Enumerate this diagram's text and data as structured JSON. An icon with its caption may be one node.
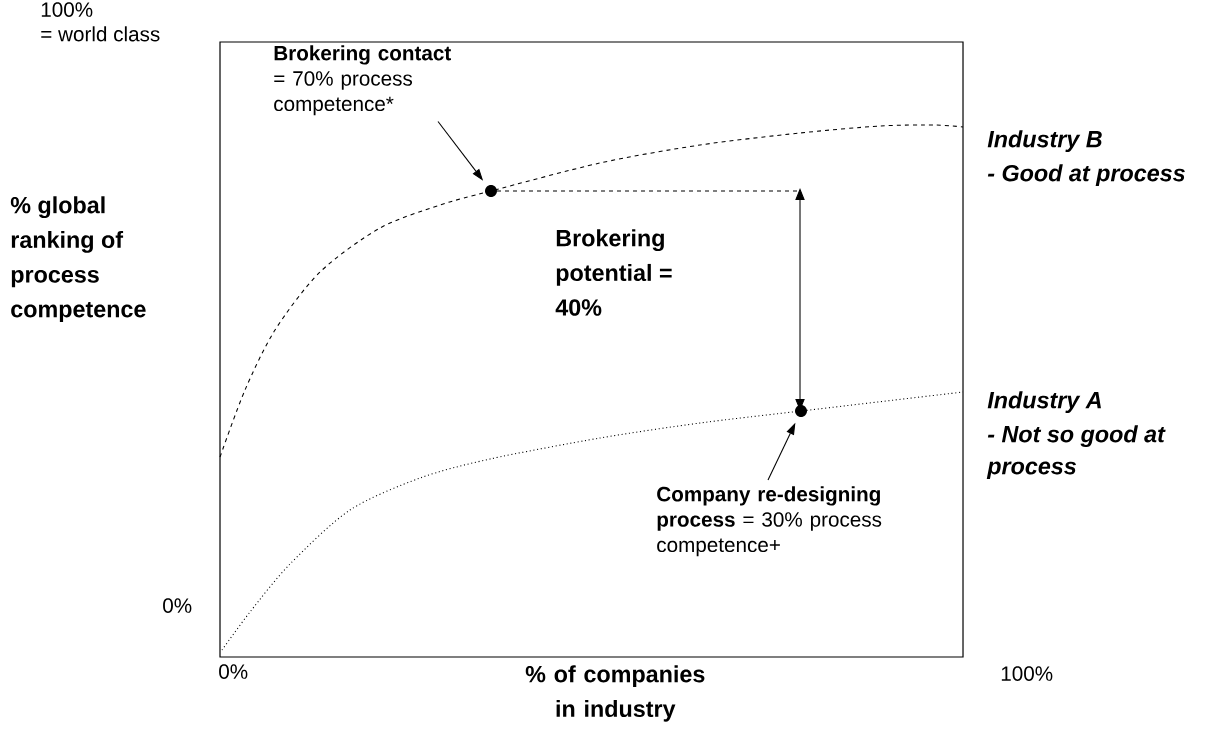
{
  "diagram": {
    "nodes": [
      {
        "text": [
          "**Brokering contact** = 70% process competence*"
        ]
      },
      {
        "text": [],
        "shape": "circle"
      },
      {
        "text": [],
        "shape": "circle"
      },
      {
        "text": [
          "**Company re-designing process** = 30% process competence+"
        ]
      }
    ],
    "edges": [
      {
        "from": 0,
        "to": 1,
        "arrow": "to"
      },
      {
        "from": 3,
        "to": 2,
        "arrow": "to"
      }
    ],
    "labels": [
      "100%",
      "= world class",
      "Industry B",
      "- Good at process",
      "% global ranking of process competence",
      "Brokering potential = 40%",
      "Industry A",
      "- Not so good at process",
      "0%",
      "0%",
      "% of companies in industry",
      "100%"
    ]
  }
}
